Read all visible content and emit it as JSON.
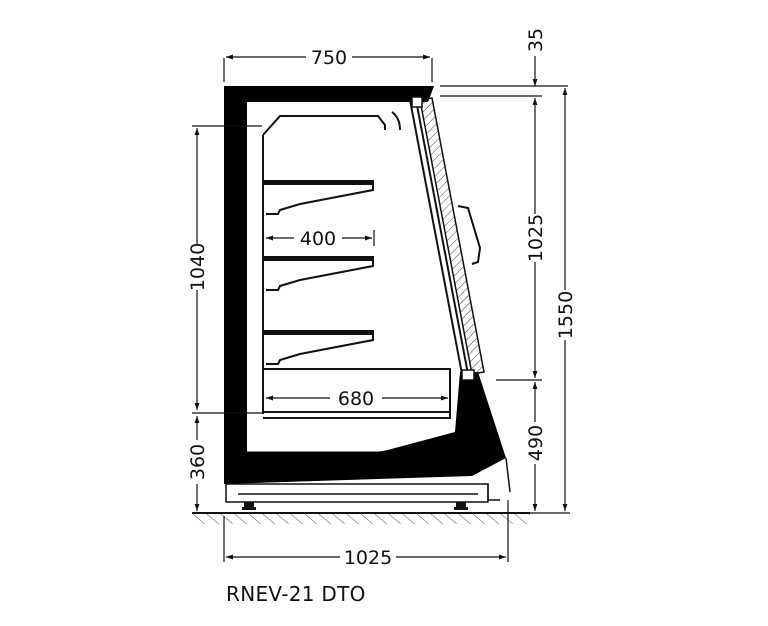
{
  "drawing": {
    "title": "RNEV-21 DTO",
    "view": "side section",
    "colors": {
      "line": "#111111",
      "fill": "#000000",
      "background": "#ffffff"
    },
    "dimensions": {
      "top_width": "750",
      "top_offset": "35",
      "glass_height": "1025",
      "total_height": "1550",
      "display_height": "1040",
      "shelf_depth": "400",
      "base_depth": "680",
      "base_height": "360",
      "front_lower_height": "490",
      "total_depth": "1025"
    },
    "shelves": [
      {
        "label": "shelf-1"
      },
      {
        "label": "shelf-2"
      },
      {
        "label": "shelf-3"
      }
    ]
  }
}
